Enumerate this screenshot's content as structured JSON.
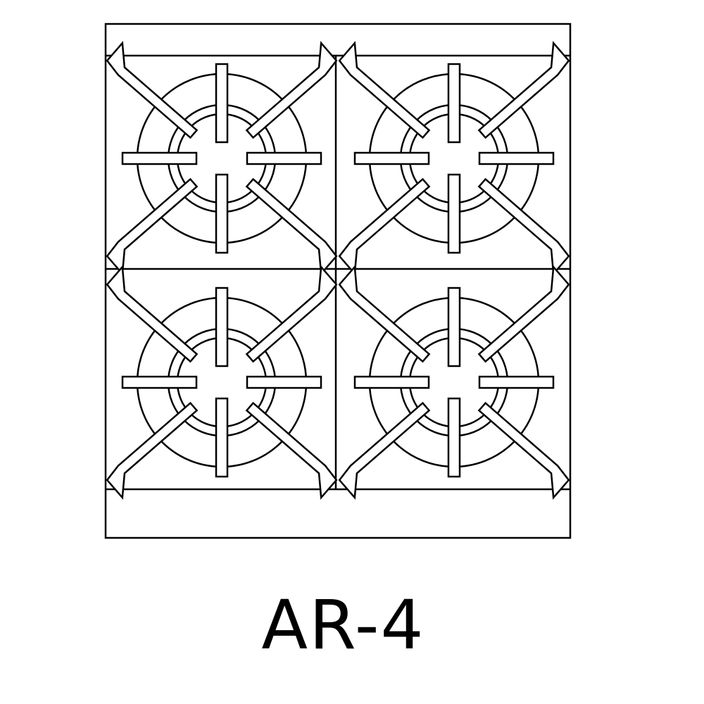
{
  "model_label": "AR-4",
  "colors": {
    "stroke": "#000000",
    "background": "#ffffff"
  },
  "burners": [
    {
      "position": "top-left"
    },
    {
      "position": "top-right"
    },
    {
      "position": "bottom-left"
    },
    {
      "position": "bottom-right"
    }
  ]
}
